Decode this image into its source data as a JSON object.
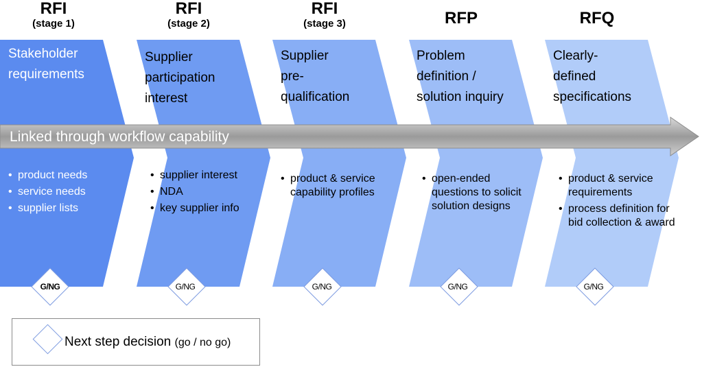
{
  "stages": [
    {
      "name": "RFI",
      "sub": "(stage 1)",
      "title": "Stakeholder\nrequirements",
      "bullets": [
        "product needs",
        "service needs",
        "supplier lists"
      ],
      "decision": "G/NG",
      "color": "#5b8bef"
    },
    {
      "name": "RFI",
      "sub": "(stage 2)",
      "title": "Supplier\nparticipation\ninterest",
      "bullets": [
        "supplier interest",
        "NDA",
        "key supplier info"
      ],
      "decision": "G/NG",
      "color": "#6f9bf2"
    },
    {
      "name": "RFI",
      "sub": "(stage 3)",
      "title": "Supplier\npre-\nqualification",
      "bullets": [
        "product & service capability profiles"
      ],
      "decision": "G/NG",
      "color": "#88aef5"
    },
    {
      "name": "RFP",
      "sub": "",
      "title": "Problem\n definition /\nsolution inquiry",
      "bullets": [
        "open-ended questions to solicit solution designs"
      ],
      "decision": "G/NG",
      "color": "#9dbdf7"
    },
    {
      "name": "RFQ",
      "sub": "",
      "title": "Clearly-\ndefined\nspecifications",
      "bullets": [
        "product & service requirements",
        "process definition for bid collection & award"
      ],
      "decision": "G/NG",
      "color": "#b1ccf9"
    }
  ],
  "arrow": {
    "label": "Linked through workflow capability"
  },
  "legend": {
    "label": "Next step decision",
    "note": "(go / no go)"
  }
}
